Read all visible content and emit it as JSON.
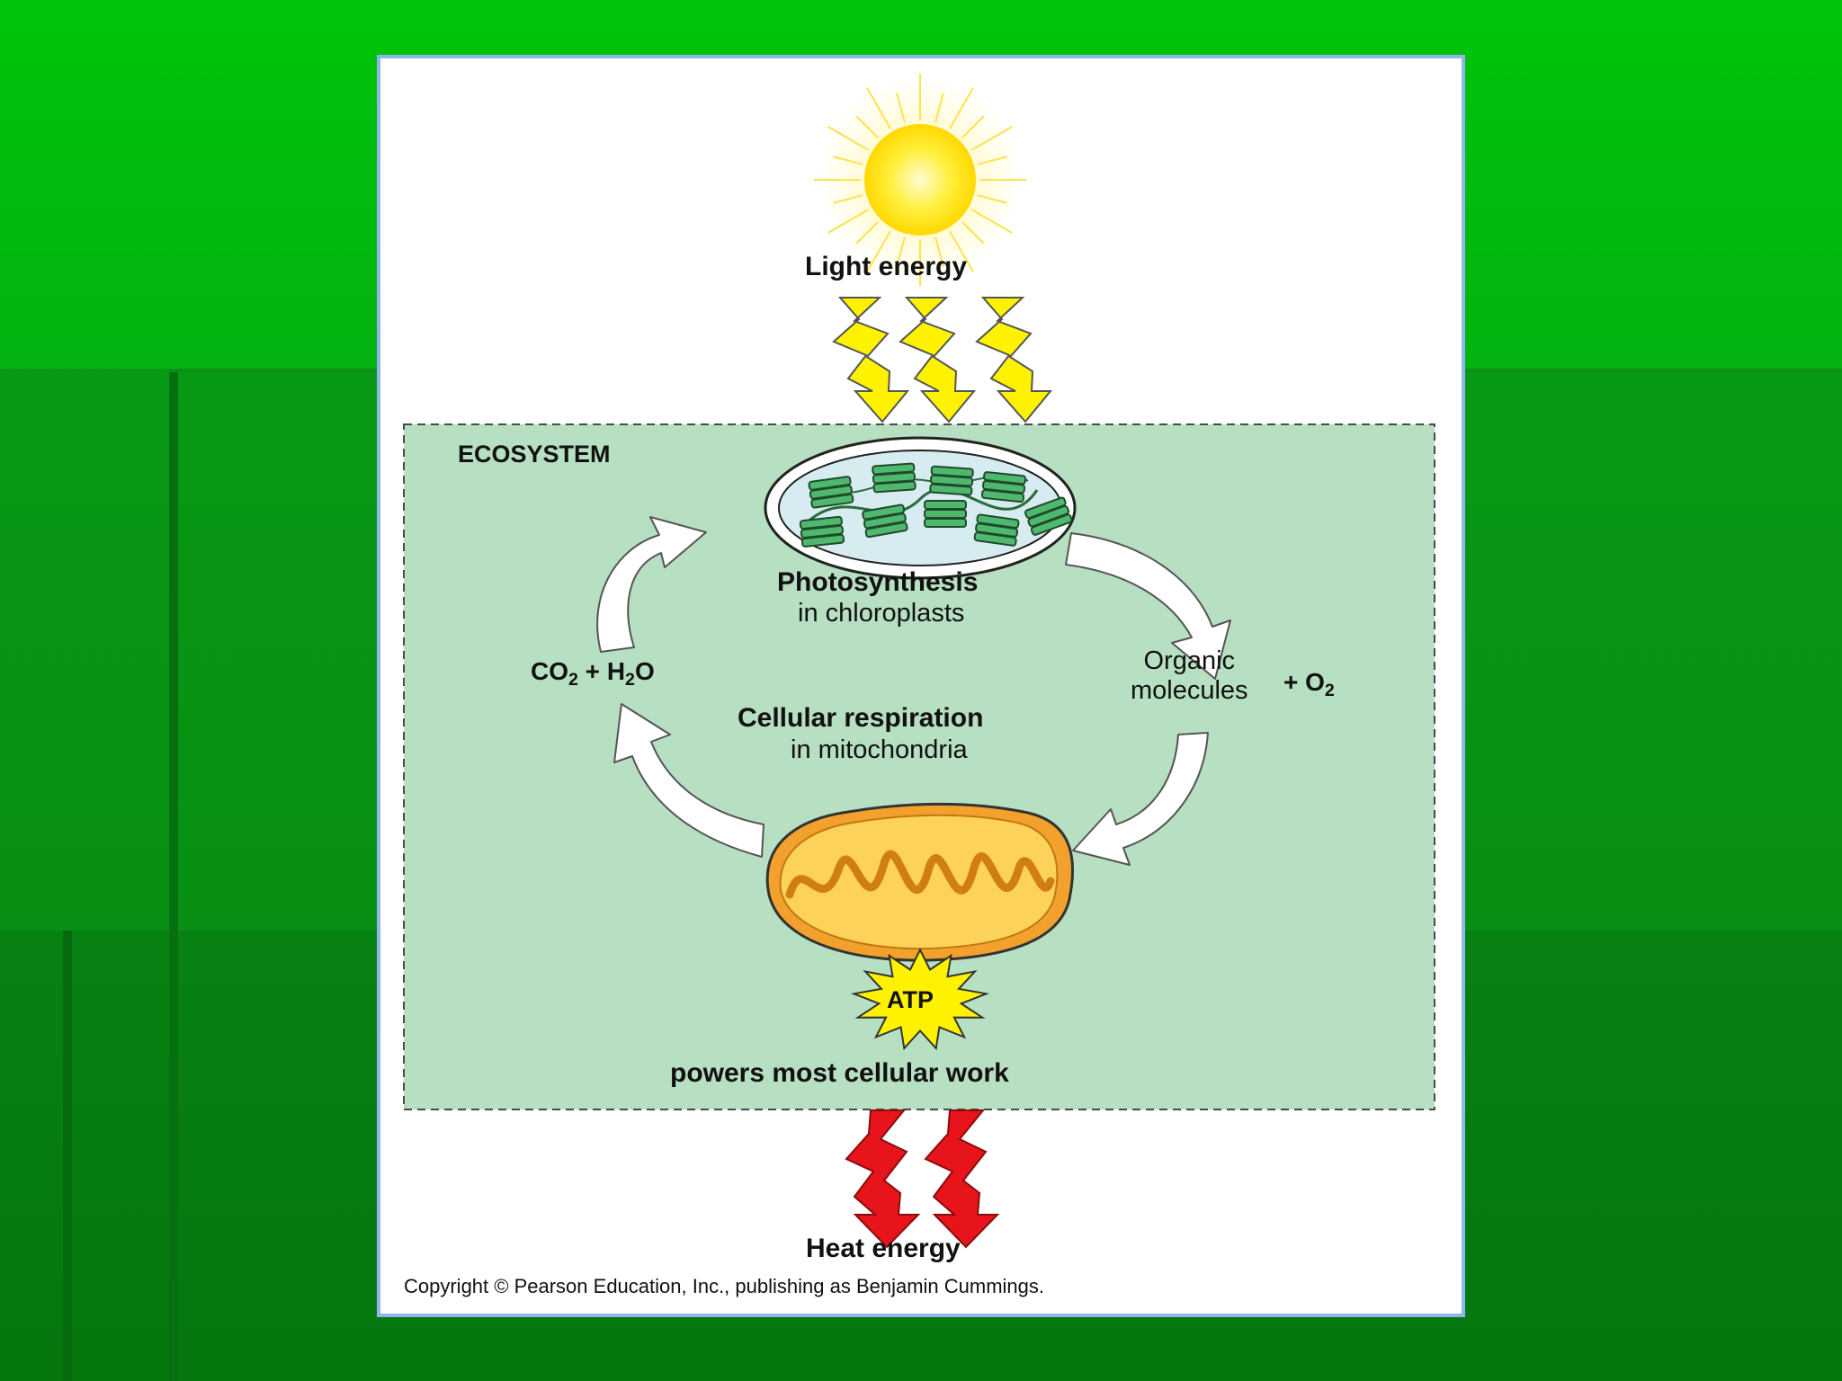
{
  "diagram": {
    "light_energy": "Light energy",
    "ecosystem": "ECOSYSTEM",
    "photosynthesis": "Photosynthesis",
    "in_chloroplasts": "in chloroplasts",
    "co2_h2o": {
      "co": "CO",
      "co_sub": "2",
      "plus_h": " + H",
      "h_sub": "2",
      "o": "O"
    },
    "organic_line1": "Organic",
    "organic_line2": "molecules",
    "o2": {
      "plus_o": "+ O",
      "o_sub": "2"
    },
    "cellular_respiration": "Cellular respiration",
    "in_mitochondria": "in mitochondria",
    "atp": "ATP",
    "powers": "powers most cellular work",
    "heat_energy": "Heat energy",
    "copyright": "Copyright © Pearson Education, Inc., publishing as Benjamin Cummings."
  },
  "colors": {
    "background_green": "#00c40a",
    "ecosystem_fill": "#b7dfc2",
    "sun": "#fff03c",
    "light_bolt": "#fff200",
    "heat_bolt": "#e8141c",
    "mitochondrion": "#f2a12c",
    "chloroplast_green": "#4fb86f",
    "frame_border": "#8fb6ec"
  }
}
